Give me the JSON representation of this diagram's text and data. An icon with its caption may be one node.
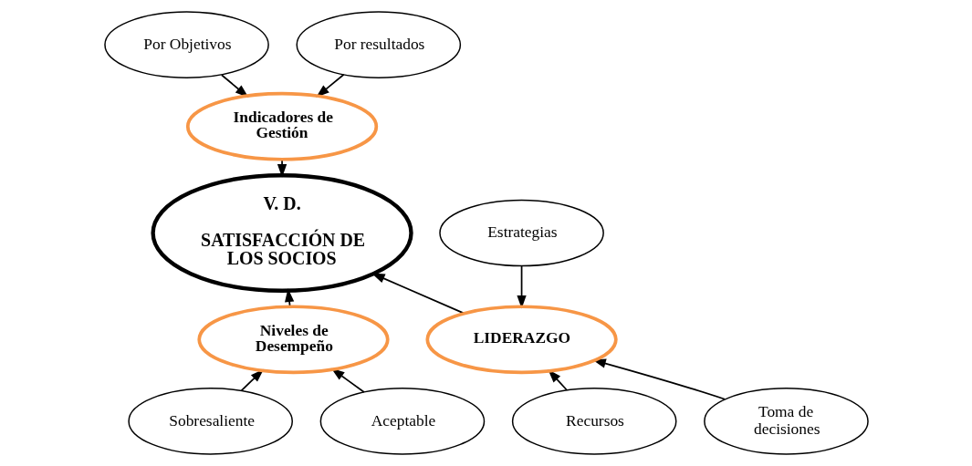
{
  "diagram": {
    "nodes": [
      {
        "text": [
          "Por Objetivos"
        ]
      },
      {
        "text": [
          "Por resultados"
        ]
      },
      {
        "text": [
          "Indicadores de Gestión"
        ]
      },
      {
        "text": [
          "Estrategias"
        ]
      },
      {
        "text": [
          "V. D.",
          "SATISFACCIÓN DE LOS SOCIOS"
        ]
      },
      {
        "text": [
          "Niveles de Desempeño"
        ]
      },
      {
        "text": [
          "LIDERAZGO"
        ]
      },
      {
        "text": [
          "Recursos"
        ]
      },
      {
        "text": [
          "Sobresaliente"
        ]
      },
      {
        "text": [
          "Aceptable"
        ]
      },
      {
        "text": [
          "Toma de decisiones"
        ]
      }
    ],
    "edges": [
      {
        "from": 0,
        "to": 2,
        "arrow": "to"
      },
      {
        "from": 1,
        "to": 2,
        "arrow": "to"
      },
      {
        "from": 2,
        "to": 4,
        "arrow": "to"
      },
      {
        "from": 5,
        "to": 4,
        "arrow": "to"
      },
      {
        "from": 6,
        "to": 4,
        "arrow": "to"
      },
      {
        "from": 3,
        "to": 6,
        "arrow": "to"
      },
      {
        "from": 7,
        "to": 6,
        "arrow": "to"
      },
      {
        "from": 10,
        "to": 6,
        "arrow": "to"
      },
      {
        "from": 8,
        "to": 5,
        "arrow": "to"
      },
      {
        "from": 9,
        "to": 5,
        "arrow": "to"
      }
    ]
  }
}
